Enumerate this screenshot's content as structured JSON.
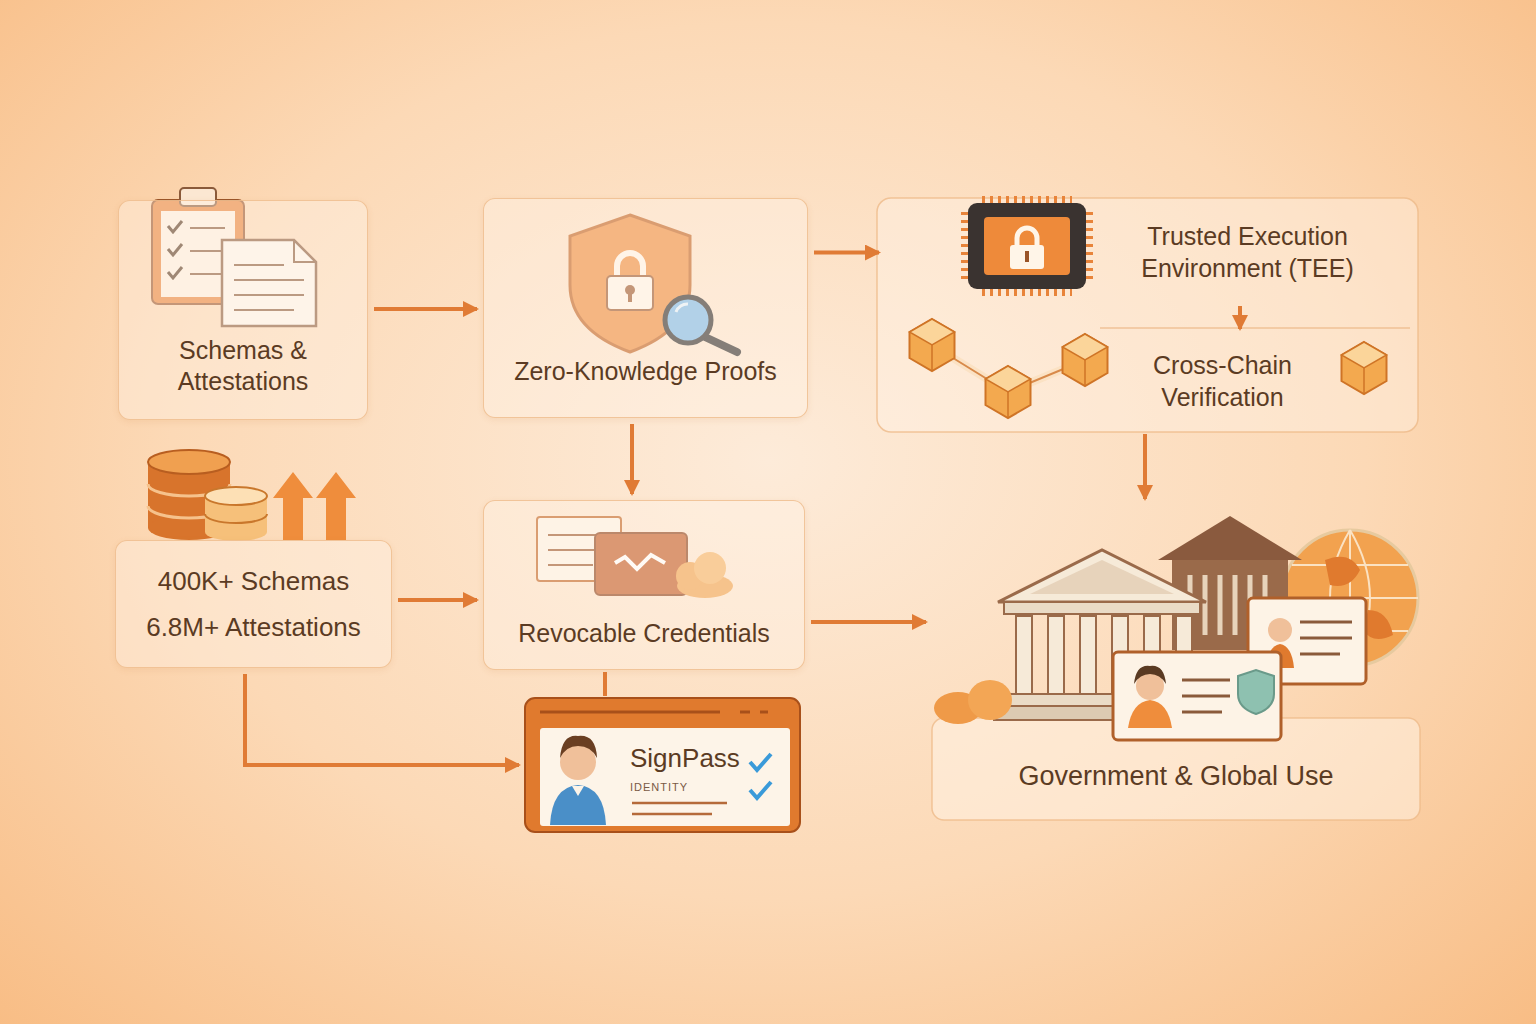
{
  "diagram": {
    "nodes": [
      {
        "text": [
          "Schemas & Attestations"
        ]
      },
      {
        "text": [
          "Zero-Knowledge Proofs"
        ]
      },
      {
        "text": [
          "Trusted Execution Environment (TEE)"
        ]
      },
      {
        "text": [
          "Cross-Chain Verification"
        ]
      },
      {
        "text": [
          "400K+ Schemas",
          "6.8M+ Attestations"
        ]
      },
      {
        "text": [
          "Revocable Credentials"
        ]
      },
      {
        "text": [
          "SignPass",
          "IDENTITY"
        ]
      },
      {
        "text": [
          "Government & Global Use"
        ]
      }
    ],
    "edges": [
      {
        "from": 0,
        "to": 1,
        "arrow": "to"
      },
      {
        "from": 1,
        "to": 2,
        "arrow": "to"
      },
      {
        "from": 2,
        "to": 3,
        "arrow": "to"
      },
      {
        "from": 1,
        "to": 5,
        "arrow": "to"
      },
      {
        "from": 4,
        "to": 5,
        "arrow": "to"
      },
      {
        "from": 4,
        "to": 6,
        "arrow": "to"
      },
      {
        "from": 5,
        "to": 7,
        "arrow": "to"
      },
      {
        "from": 3,
        "to": 7,
        "arrow": "to"
      },
      {
        "from": 5,
        "to": 6,
        "arrow": "none"
      }
    ]
  }
}
